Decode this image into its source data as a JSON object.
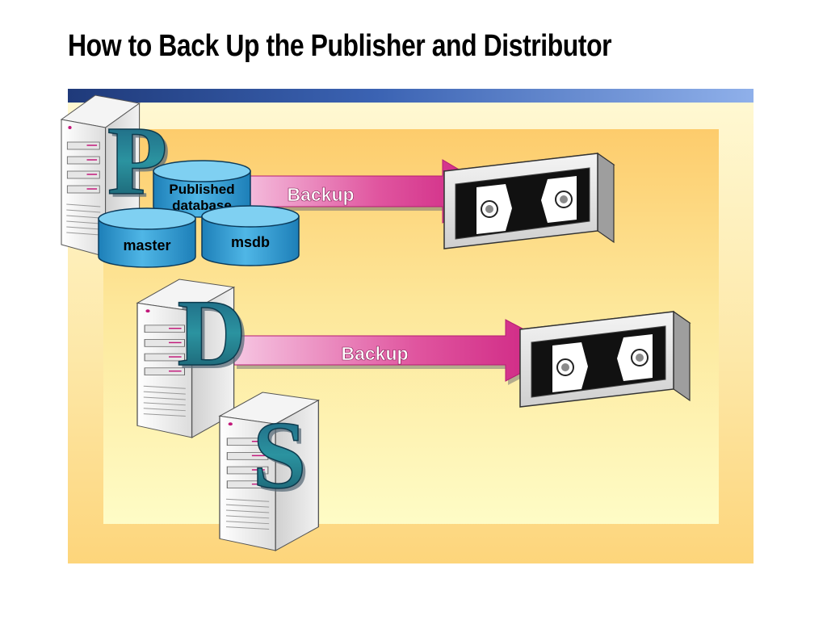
{
  "title": "How to Back Up the Publisher and Distributor",
  "servers": {
    "publisher_letter": "P",
    "distributor_letter": "D",
    "subscriber_letter": "S"
  },
  "databases": {
    "published_line1": "Published",
    "published_line2": "database",
    "master": "master",
    "msdb": "msdb"
  },
  "arrows": {
    "publisher_backup": "Backup",
    "distributor_backup": "Backup"
  },
  "colors": {
    "arrow": "#d42f8c",
    "database": "#39a6d8",
    "letter": "#1e6a82"
  },
  "icons": [
    "server-icon",
    "database-icon",
    "tape-drive-icon"
  ]
}
